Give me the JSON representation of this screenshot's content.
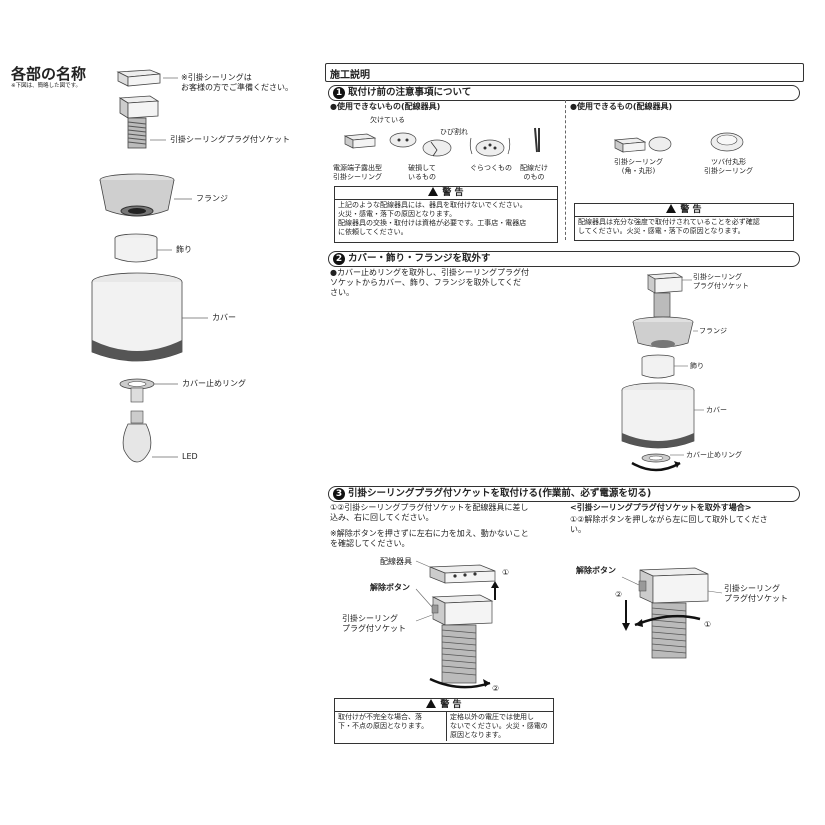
{
  "left": {
    "title": "各部の名称",
    "note": "※下図は、簡略した図です。",
    "ceiling_note": "※引掛シーリングは\nお客様の方でご準備ください。",
    "parts": [
      "引掛シーリングプラグ付ソケット",
      "フランジ",
      "飾り",
      "カバー",
      "カバー止めリング",
      "LED"
    ]
  },
  "right": {
    "title": "施工説明",
    "step1": {
      "num": "1",
      "title": "取付け前の注意事項について",
      "unusable_title": "●使用できないもの(配線器具)",
      "usable_title": "●使用できるもの(配線器具)",
      "unusable_items": [
        "電源端子露出型\n引掛シーリング",
        "破損して\nいるもの",
        "ぐらつくもの",
        "配線だけ\nのもの"
      ],
      "damage_labels": [
        "欠けている",
        "ひび割れ"
      ],
      "usable_items": [
        "引掛シーリング\n(角・丸形)",
        "ツバ付丸形\n引掛シーリング"
      ],
      "warning_label": "警 告",
      "warning1": "上記のような配線器具には、器具を取付けないでください。\n火災・感電・落下の原因となります。\n配線器具の交換・取付けは資格が必要です。工事店・電器店\nに依頼してください。",
      "warning2": "配線器具は充分な強度で取付けされていることを必ず確認\nしてください。火災・感電・落下の原因となります。"
    },
    "step2": {
      "num": "2",
      "title": "カバー・飾り・フランジを取外す",
      "text": "●カバー止めリングを取外し、引掛シーリングプラグ付\nソケットからカバー、飾り、フランジを取外してくだ\nさい。",
      "labels": [
        "引掛シーリング\nプラグ付ソケット",
        "フランジ",
        "飾り",
        "カバー",
        "カバー止めリング"
      ]
    },
    "step3": {
      "num": "3",
      "title": "引掛シーリングプラグ付ソケットを取付ける(作業前、必ず電源を切る)",
      "text1": "①②引掛シーリングプラグ付ソケットを配線器具に差し\n込み、右に回してください。",
      "text2": "※解除ボタンを押さずに左右に力を加え、動かないこと\nを確認してください。",
      "remove_title": "<引掛シーリングプラグ付ソケットを取外す場合>",
      "remove_text": "①②解除ボタンを押しながら左に回して取外してくださ\nい。",
      "fig_labels": {
        "fixture": "配線器具",
        "release": "解除ボタン",
        "socket": "引掛シーリング\nプラグ付ソケット",
        "release2": "解除ボタン",
        "socket2": "引掛シーリング\nプラグ付ソケット",
        "n1": "①",
        "n2": "②",
        "n1b": "①",
        "n2b": "②"
      },
      "warning_label": "警 告",
      "warning_left": "取付けが不完全な場合、落\n下・不点の原因となります。",
      "warning_right": "定格以外の電圧では使用し\nないでください。火災・感電の\n原因となります。"
    }
  }
}
